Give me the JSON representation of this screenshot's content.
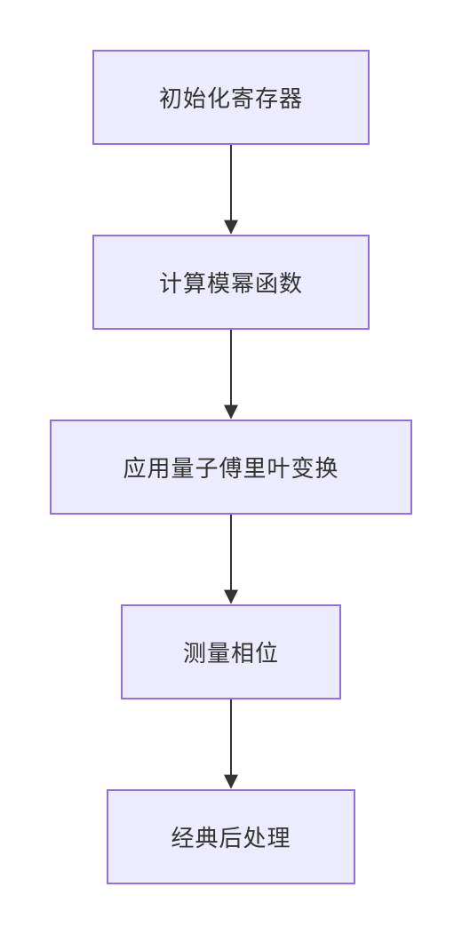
{
  "nodes": [
    {
      "id": "init",
      "label": "初始化寄存器"
    },
    {
      "id": "modexp",
      "label": "计算模幂函数"
    },
    {
      "id": "qft",
      "label": "应用量子傅里叶变换"
    },
    {
      "id": "measure",
      "label": "测量相位"
    },
    {
      "id": "post",
      "label": "经典后处理"
    }
  ],
  "edges": [
    {
      "from": "init",
      "to": "modexp"
    },
    {
      "from": "modexp",
      "to": "qft"
    },
    {
      "from": "qft",
      "to": "measure"
    },
    {
      "from": "measure",
      "to": "post"
    }
  ],
  "colors": {
    "node_fill": "#ececfe",
    "node_border": "#9370db",
    "edge": "#333333",
    "text": "#333333"
  }
}
